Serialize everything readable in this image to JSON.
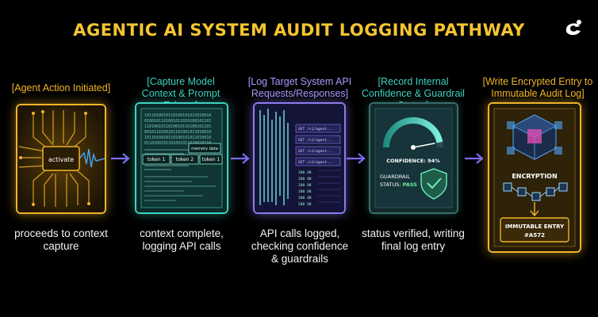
{
  "title": "AGENTIC AI SYSTEM AUDIT LOGGING PATHWAY",
  "colors": {
    "title": "#f4c531",
    "gold": "#f0b429",
    "teal": "#3fd3c0",
    "purple": "#8a7cf0",
    "arrow": "#7b6df2"
  },
  "stages": [
    {
      "label": "[Agent Action Initiated]",
      "caption": "proceeds to context capture",
      "chip": "activate"
    },
    {
      "label": "[Capture Model Context & Prompt Tokens]",
      "caption": "context complete, logging API calls",
      "memory": "memory data",
      "tokens": [
        "token 1",
        "token 2",
        "token 1"
      ],
      "binary": "10110100101101001010110100101101\n01001011010010110101001011010011\n11010010110100101101001011010010\n00101101001011010010110100101101\n10110100101101001010110100101101\n01101001011010010110100101101001"
    },
    {
      "label": "[Log Target System API Requests/Responses]",
      "caption": "API calls logged, checking confidence & guardrails",
      "requests": [
        "GET /v1/agent...",
        "GET /v1/agent...",
        "GET /v1/agent...",
        "GET /v1/agent..."
      ],
      "responses": [
        "200 OK",
        "200 OK",
        "200 OK",
        "200 OK",
        "200 OK",
        "200 OK"
      ]
    },
    {
      "label": "[Record Internal Confidence & Guardrail Status]",
      "caption": "status verified, writing final log entry",
      "confidence": "CONFIDENCE: 94%",
      "confidence_value": 0.94,
      "guardrail": "GUARDRAIL",
      "status_prefix": "STATUS: ",
      "status_value": "PASS"
    },
    {
      "label": "[Write Encrypted Entry to Immutable Audit Log]",
      "caption": "",
      "encryption": "ENCRYPTION",
      "entry": "IMMUTABLE ENTRY",
      "entry_id": "#A572"
    }
  ]
}
